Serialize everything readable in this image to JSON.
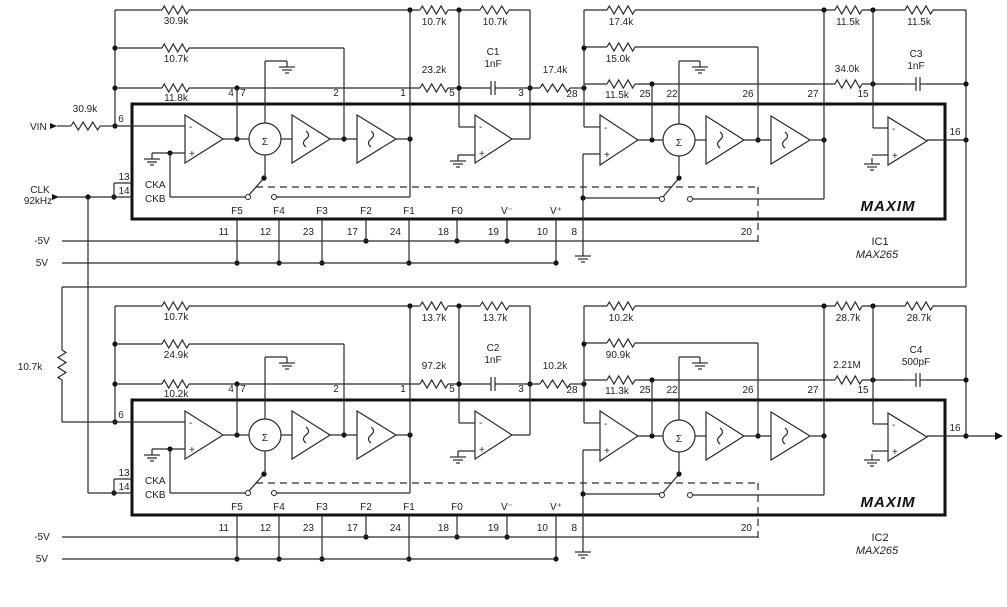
{
  "inputs": {
    "vin": "VIN",
    "vin_resistor": "30.9k",
    "clk": "CLK",
    "clk_freq": "92kHz"
  },
  "supplies": {
    "neg": "-5V",
    "pos": "5V"
  },
  "feedback_resistor": "10.7k",
  "pins": {
    "top": [
      "6",
      "4",
      "7",
      "2",
      "1",
      "5",
      "3",
      "28",
      "25",
      "22",
      "26",
      "27",
      "15",
      "16"
    ],
    "bottom_names": [
      "F5",
      "F4",
      "F3",
      "F2",
      "F1",
      "F0",
      "V⁻",
      "V⁺"
    ],
    "bottom_numbers": [
      "11",
      "12",
      "23",
      "17",
      "24",
      "18",
      "19",
      "10",
      "8",
      "20"
    ],
    "clock_pins": [
      "13",
      "14"
    ],
    "clock_labels": [
      "CKA",
      "CKB"
    ]
  },
  "ic1": {
    "ref": "IC1",
    "part": "MAX265",
    "logo": "MAXIM",
    "r_top": "30.9k",
    "r_mid": "10.7k",
    "r_low": "11.8k",
    "r_a1": "10.7k",
    "r_a2": "10.7k",
    "r_in2": "23.2k",
    "c_a": {
      "name": "C1",
      "value": "1nF"
    },
    "r_link": "17.4k",
    "r_b_top": "17.4k",
    "r_b_mid": "15.0k",
    "r_b_low": "11.5k",
    "r_c1": "11.5k",
    "r_c2": "11.5k",
    "r_in3": "34.0k",
    "c_b": {
      "name": "C3",
      "value": "1nF"
    }
  },
  "ic2": {
    "ref": "IC2",
    "part": "MAX265",
    "logo": "MAXIM",
    "r_top": "10.7k",
    "r_mid": "24.9k",
    "r_low": "10.2k",
    "r_a1": "13.7k",
    "r_a2": "13.7k",
    "r_in2": "97.2k",
    "c_a": {
      "name": "C2",
      "value": "1nF"
    },
    "r_link": "10.2k",
    "r_b_top": "10.2k",
    "r_b_mid": "90.9k",
    "r_b_low": "11.3k",
    "r_c1": "28.7k",
    "r_c2": "28.7k",
    "r_in3": "2.21M",
    "c_b": {
      "name": "C4",
      "value": "500pF"
    }
  }
}
